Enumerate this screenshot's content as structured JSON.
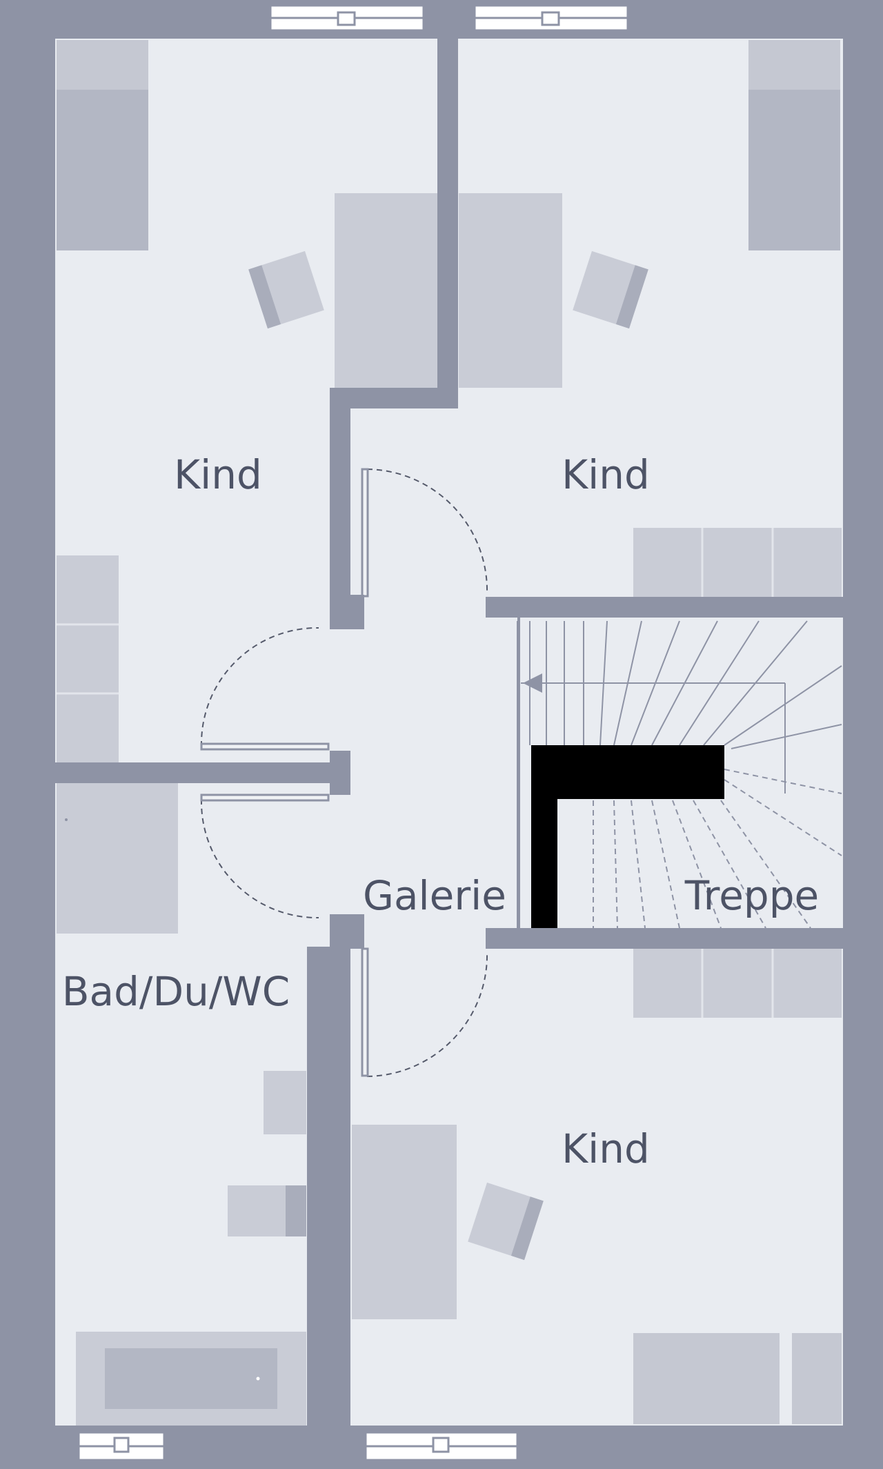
{
  "plan": {
    "rooms": [
      {
        "id": "kind-1",
        "label": "Kind"
      },
      {
        "id": "kind-2",
        "label": "Kind"
      },
      {
        "id": "galerie",
        "label": "Galerie"
      },
      {
        "id": "treppe",
        "label": "Treppe"
      },
      {
        "id": "bad",
        "label": "Bad/Du/WC"
      },
      {
        "id": "kind-3",
        "label": "Kind"
      }
    ],
    "colors": {
      "background": "#e9ecf1",
      "wall": "#8e93a5",
      "furniture": "#c9ccd6",
      "furniture_dark": "#b3b7c4",
      "chimney": "#000000",
      "label": "#4d5366"
    }
  }
}
